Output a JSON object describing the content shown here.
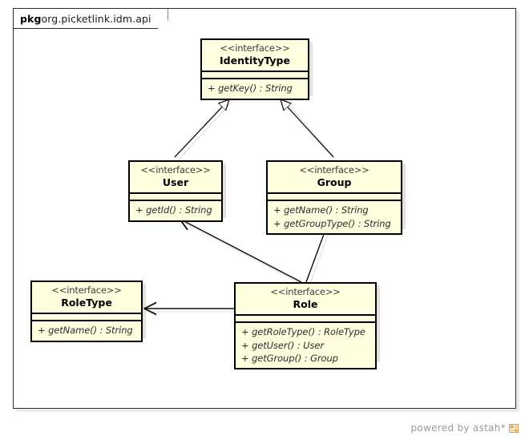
{
  "diagram": {
    "type": "uml-class-diagram",
    "package": {
      "keyword": "pkg",
      "name": "org.picketlink.idm.api"
    },
    "stereotype_label": "<<interface>>",
    "classes": [
      {
        "id": "identitytype",
        "name": "IdentityType",
        "stereotype": "<<interface>>",
        "attributes": [],
        "operations": [
          "+ getKey() : String"
        ]
      },
      {
        "id": "user",
        "name": "User",
        "stereotype": "<<interface>>",
        "attributes": [],
        "operations": [
          "+ getId() : String"
        ]
      },
      {
        "id": "group",
        "name": "Group",
        "stereotype": "<<interface>>",
        "attributes": [],
        "operations": [
          "+ getName() : String",
          "+ getGroupType() : String"
        ]
      },
      {
        "id": "roletype",
        "name": "RoleType",
        "stereotype": "<<interface>>",
        "attributes": [],
        "operations": [
          "+ getName() : String"
        ]
      },
      {
        "id": "role",
        "name": "Role",
        "stereotype": "<<interface>>",
        "attributes": [],
        "operations": [
          "+ getRoleType() : RoleType",
          "+ getUser() : User",
          "+ getGroup() : Group"
        ]
      }
    ],
    "relationships": [
      {
        "from": "user",
        "to": "identitytype",
        "type": "generalization"
      },
      {
        "from": "group",
        "to": "identitytype",
        "type": "generalization"
      },
      {
        "from": "role",
        "to": "user",
        "type": "association"
      },
      {
        "from": "role",
        "to": "group",
        "type": "association"
      },
      {
        "from": "role",
        "to": "roletype",
        "type": "association"
      }
    ],
    "colors": {
      "class_fill": "#FFFFE0",
      "class_border": "#000000",
      "canvas": "#FFFFFF",
      "frame_border": "#2B2B2B",
      "shadow": "#E3E1DA",
      "text": "#1A1A1A",
      "watermark_text": "#9B9B9B",
      "logo_accent": "#E8A33D"
    }
  },
  "watermark": {
    "text": "powered by astah*",
    "logo": "astah-logo"
  }
}
